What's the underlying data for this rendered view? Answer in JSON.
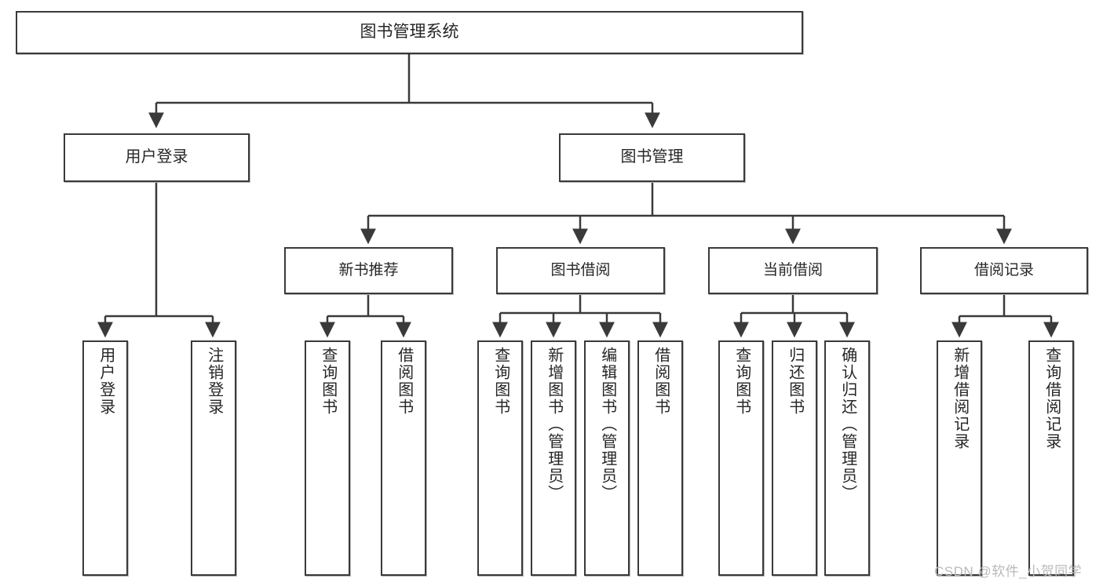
{
  "diagram": {
    "title": "图书管理系统",
    "type": "tree-hierarchy-diagram",
    "root": {
      "id": "root",
      "label": "图书管理系统"
    },
    "level2": [
      {
        "id": "login",
        "label": "用户登录"
      },
      {
        "id": "bookmgmt",
        "label": "图书管理"
      }
    ],
    "level3": [
      {
        "id": "newbook",
        "label": "新书推荐"
      },
      {
        "id": "borrow",
        "label": "图书借阅"
      },
      {
        "id": "current",
        "label": "当前借阅"
      },
      {
        "id": "records",
        "label": "借阅记录"
      }
    ],
    "leaves": [
      {
        "id": "leaf-1",
        "parent": "login",
        "label": "用户登录"
      },
      {
        "id": "leaf-2",
        "parent": "login",
        "label": "注销登录"
      },
      {
        "id": "leaf-3",
        "parent": "newbook",
        "label": "查询图书"
      },
      {
        "id": "leaf-4",
        "parent": "newbook",
        "label": "借阅图书"
      },
      {
        "id": "leaf-5",
        "parent": "borrow",
        "label": "查询图书"
      },
      {
        "id": "leaf-6",
        "parent": "borrow",
        "label": "新增图书（管理员）"
      },
      {
        "id": "leaf-7",
        "parent": "borrow",
        "label": "编辑图书（管理员）"
      },
      {
        "id": "leaf-8",
        "parent": "borrow",
        "label": "借阅图书"
      },
      {
        "id": "leaf-9",
        "parent": "current",
        "label": "查询图书"
      },
      {
        "id": "leaf-10",
        "parent": "current",
        "label": "归还图书"
      },
      {
        "id": "leaf-11",
        "parent": "current",
        "label": "确认归还（管理员）"
      },
      {
        "id": "leaf-12",
        "parent": "records",
        "label": "新增借阅记录"
      },
      {
        "id": "leaf-13",
        "parent": "records",
        "label": "查询借阅记录"
      }
    ],
    "watermark": "CSDN @软件_小贺同学",
    "colors": {
      "box_border": "#3a3a3a",
      "box_fill": "#ffffff",
      "text": "#262626",
      "connector": "#3a3a3a",
      "watermark": "#b9b9b9",
      "background": "#ffffff"
    }
  }
}
